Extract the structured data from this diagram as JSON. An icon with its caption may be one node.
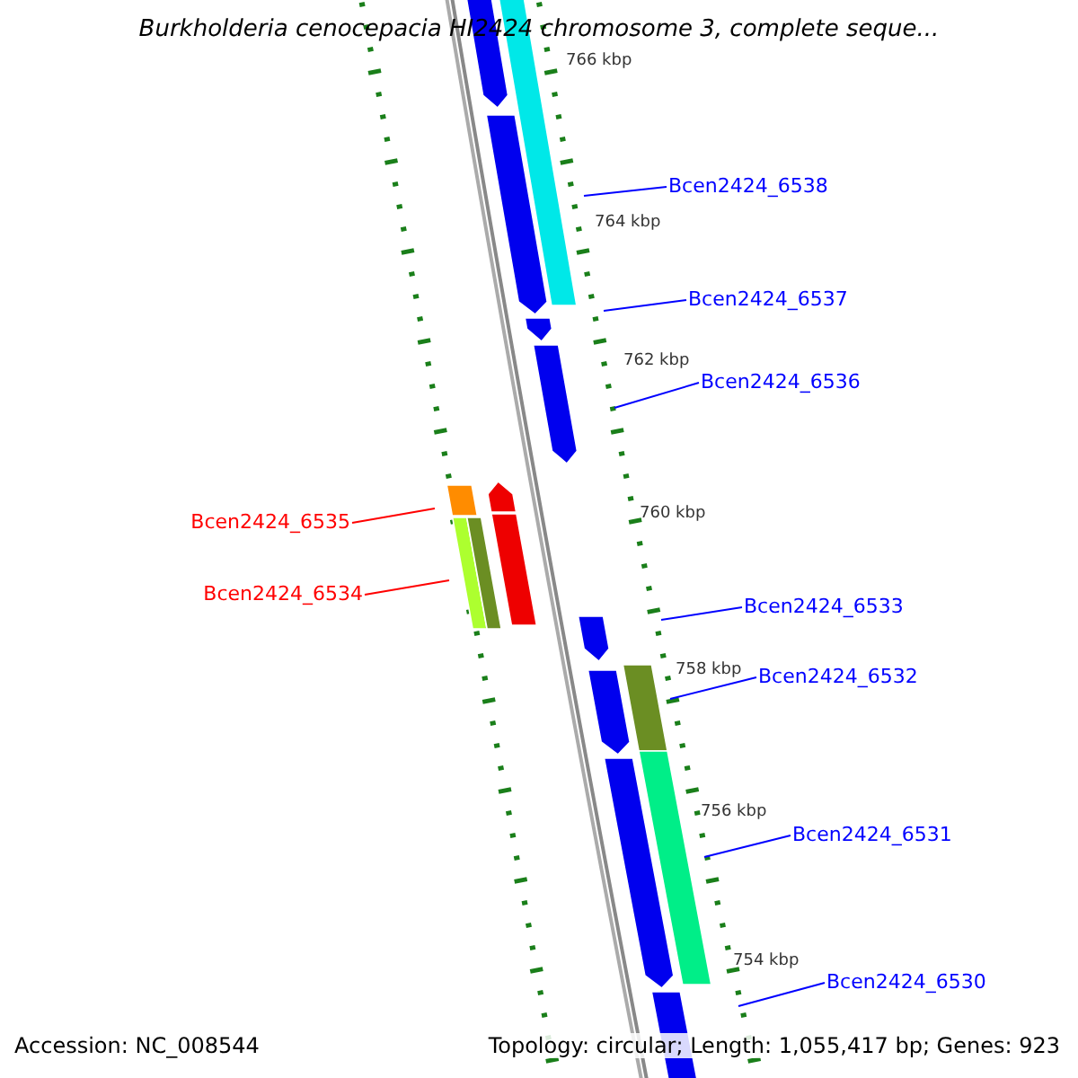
{
  "diagram": {
    "title": "Burkholderia cenocepacia HI2424 chromosome 3, complete seque...",
    "nodes": [
      {
        "text": [
          "Bcen2424_6538"
        ]
      },
      {
        "text": [
          "Bcen2424_6537"
        ]
      },
      {
        "text": [
          "Bcen2424_6536"
        ]
      },
      {
        "text": [
          "Bcen2424_6535"
        ]
      },
      {
        "text": [
          "Bcen2424_6534"
        ]
      },
      {
        "text": [
          "Bcen2424_6533"
        ]
      },
      {
        "text": [
          "Bcen2424_6532"
        ]
      },
      {
        "text": [
          "Bcen2424_6531"
        ]
      },
      {
        "text": [
          "Bcen2424_6530"
        ]
      }
    ],
    "edges": [
      {
        "from": 0,
        "to": null,
        "arrow": "none"
      },
      {
        "from": 1,
        "to": null,
        "arrow": "none"
      },
      {
        "from": 2,
        "to": null,
        "arrow": "none"
      },
      {
        "from": 3,
        "to": null,
        "arrow": "none",
        "color": "#ff0000"
      },
      {
        "from": 4,
        "to": null,
        "arrow": "none",
        "color": "#ff0000"
      },
      {
        "from": 5,
        "to": null,
        "arrow": "none"
      },
      {
        "from": 6,
        "to": null,
        "arrow": "none"
      },
      {
        "from": 7,
        "to": null,
        "arrow": "none"
      },
      {
        "from": 8,
        "to": null,
        "arrow": "none"
      }
    ],
    "labels": [
      "766 kbp",
      "764 kbp",
      "762 kbp",
      "760 kbp",
      "758 kbp",
      "756 kbp",
      "754 kbp",
      "Accession: NC_008544",
      "Topology: circular; Length: 1,055,417 bp; Genes: 923"
    ]
  }
}
